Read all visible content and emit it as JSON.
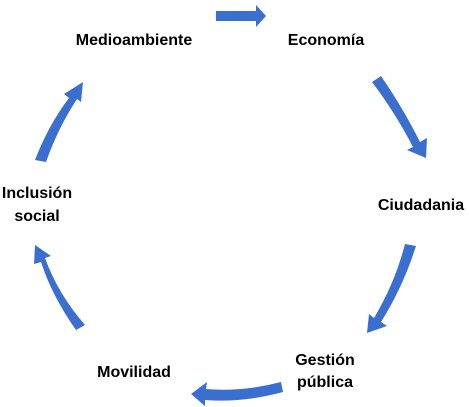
{
  "diagram": {
    "type": "cycle",
    "arrow_color": "#3a6fd0",
    "nodes": [
      {
        "id": "economia",
        "lines": [
          "Economía"
        ]
      },
      {
        "id": "ciudadania",
        "lines": [
          "Ciudadania"
        ]
      },
      {
        "id": "gestion",
        "lines": [
          "Gestión",
          "pública"
        ]
      },
      {
        "id": "movilidad",
        "lines": [
          "Movilidad"
        ]
      },
      {
        "id": "inclusion",
        "lines": [
          "Inclusión",
          "social"
        ]
      },
      {
        "id": "medioambiente",
        "lines": [
          "Medioambiente"
        ]
      }
    ],
    "edges": [
      {
        "from": "medioambiente",
        "to": "economia"
      },
      {
        "from": "economia",
        "to": "ciudadania"
      },
      {
        "from": "ciudadania",
        "to": "gestion"
      },
      {
        "from": "gestion",
        "to": "movilidad"
      },
      {
        "from": "movilidad",
        "to": "inclusion"
      },
      {
        "from": "inclusion",
        "to": "medioambiente"
      }
    ]
  }
}
